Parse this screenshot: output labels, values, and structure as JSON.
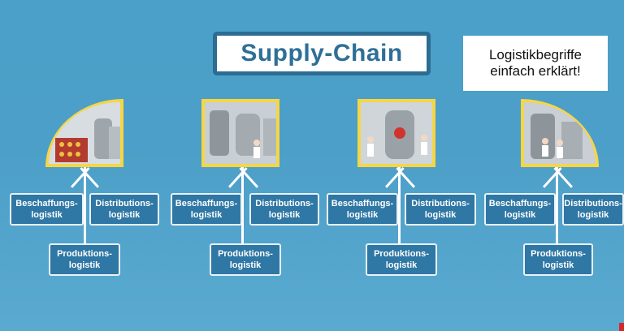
{
  "title": "Supply-Chain",
  "note": {
    "line1": "Logistikbegriffe",
    "line2": "einfach erklärt!"
  },
  "groups": [
    {
      "left_label": [
        "Beschaffungs-",
        "logistik"
      ],
      "right_label": [
        "Distributions-",
        "logistik"
      ],
      "bottom_label": [
        "Produktions-",
        "logistik"
      ],
      "image": "factory-icon"
    },
    {
      "left_label": [
        "Beschaffungs-",
        "logistik"
      ],
      "right_label": [
        "Distributions-",
        "logistik"
      ],
      "bottom_label": [
        "Produktions-",
        "logistik"
      ],
      "image": "factory-icon"
    },
    {
      "left_label": [
        "Beschaffungs-",
        "logistik"
      ],
      "right_label": [
        "Distributions-",
        "logistik"
      ],
      "bottom_label": [
        "Produktions-",
        "logistik"
      ],
      "image": "factory-icon"
    },
    {
      "left_label": [
        "Beschaffungs-",
        "logistik"
      ],
      "right_label": [
        "Distributions-",
        "logistik"
      ],
      "bottom_label": [
        "Produktions-",
        "logistik"
      ],
      "image": "factory-icon"
    }
  ],
  "colors": {
    "background": "#4aa0c9",
    "box": "#2f77a4",
    "frame": "#f6d645",
    "title": "#2e6f97"
  }
}
